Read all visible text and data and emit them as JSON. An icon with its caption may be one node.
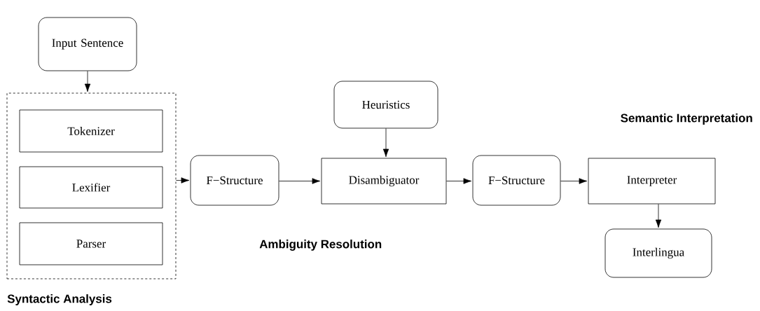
{
  "diagram": {
    "nodes": [
      {
        "text": [
          "Input Sentence"
        ]
      },
      {
        "text": [],
        "shape": "box"
      },
      {
        "text": [
          "Tokenizer"
        ],
        "in": 1
      },
      {
        "text": [
          "Lexifier"
        ],
        "in": 1
      },
      {
        "text": [
          "Parser"
        ],
        "in": 1
      },
      {
        "text": [
          "F−Structure"
        ]
      },
      {
        "text": [
          "Heuristics"
        ]
      },
      {
        "text": [
          "Disambiguator"
        ]
      },
      {
        "text": [
          "F−Structure"
        ]
      },
      {
        "text": [
          "Interpreter"
        ]
      },
      {
        "text": [
          "Interlingua"
        ]
      }
    ],
    "edges": [
      {
        "from": 0,
        "to": 1,
        "arrow": "to"
      },
      {
        "from": 1,
        "to": 5,
        "arrow": "to"
      },
      {
        "from": 5,
        "to": 7,
        "arrow": "to"
      },
      {
        "from": 6,
        "to": 7,
        "arrow": "to"
      },
      {
        "from": 7,
        "to": 8,
        "arrow": "to"
      },
      {
        "from": 8,
        "to": 9,
        "arrow": "to"
      },
      {
        "from": 9,
        "to": 10,
        "arrow": "to"
      }
    ],
    "labels": [
      "Semantic Interpretation",
      "Ambiguity Resolution",
      "Syntactic Analysis"
    ]
  }
}
